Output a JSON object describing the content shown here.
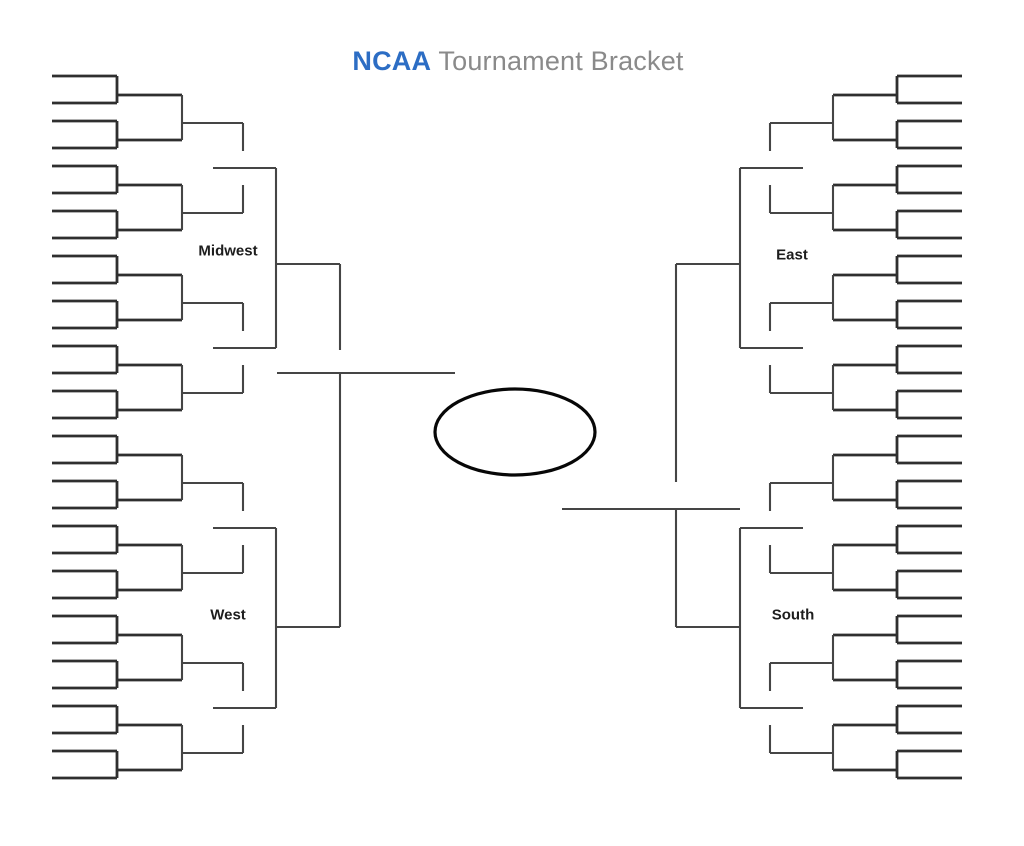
{
  "title": {
    "accent": "NCAA",
    "text": "Tournament Bracket"
  },
  "regions": [
    {
      "id": "midwest",
      "name": "Midwest",
      "side": "left",
      "position": "top",
      "team_slots": 16
    },
    {
      "id": "west",
      "name": "West",
      "side": "left",
      "position": "bottom",
      "team_slots": 16
    },
    {
      "id": "east",
      "name": "East",
      "side": "right",
      "position": "top",
      "team_slots": 16
    },
    {
      "id": "south",
      "name": "South",
      "side": "right",
      "position": "bottom",
      "team_slots": 16
    }
  ],
  "bracket": {
    "total_team_slots": 64,
    "first_round_games_per_region": 8,
    "championship_marker": "ellipse",
    "all_slots_empty": true
  },
  "colors": {
    "title_accent": "#2c6dc4",
    "title_secondary": "#8a8a8a",
    "line_primary": "#2f2f2f",
    "line_secondary": "#454545",
    "ellipse": "#070707",
    "background": "#ffffff",
    "label_text": "#1d1d1d"
  }
}
